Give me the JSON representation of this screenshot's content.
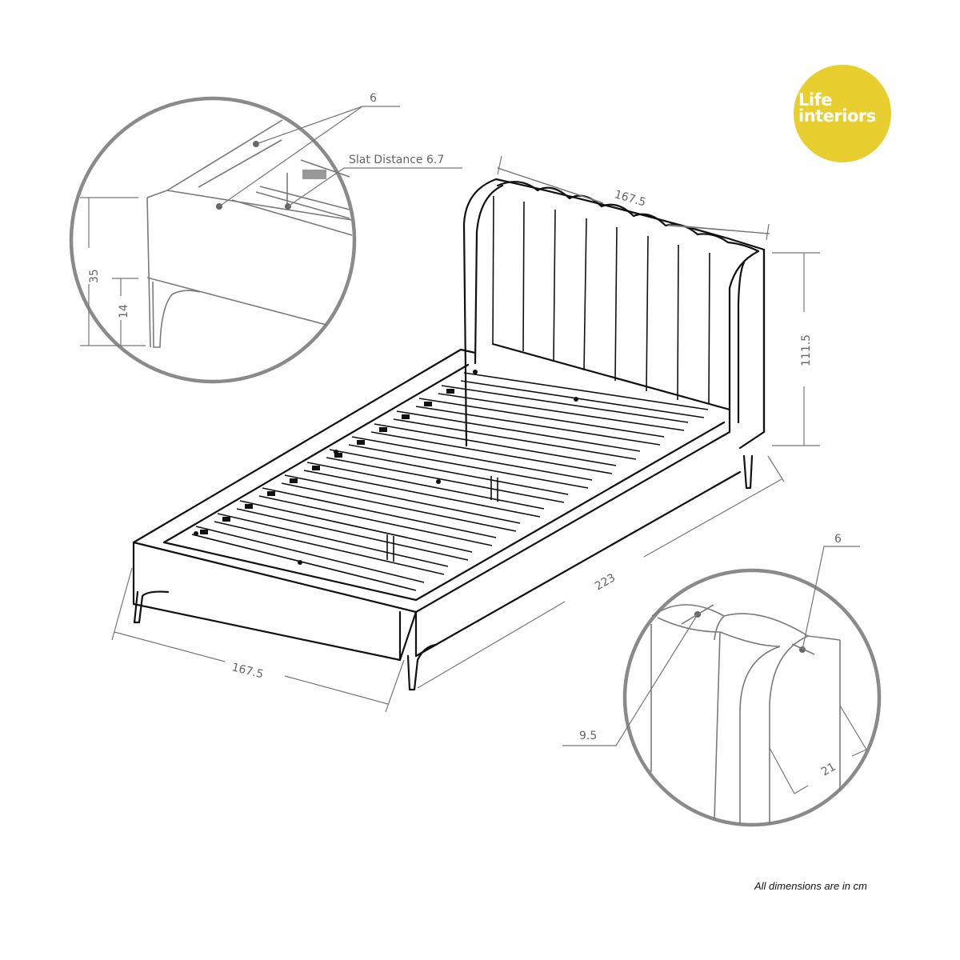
{
  "brand": {
    "logo_line1": "Life",
    "logo_line2": "interiors",
    "logo_color": "#e8cf2f"
  },
  "dimensions": {
    "headboard_width": "167.5",
    "headboard_height": "111.5",
    "bed_length": "223",
    "foot_width": "167.5"
  },
  "detail_frame": {
    "rail_thickness": "6",
    "slat_distance": "Slat Distance 6.7",
    "total_height": "35",
    "leg_height": "14"
  },
  "detail_headboard": {
    "channel_width": "9.5",
    "edge_thickness": "6",
    "wing_depth": "21"
  },
  "footnote": "All dimensions are in cm",
  "colors": {
    "line": "#111111",
    "dimension": "#777777",
    "detail_circle": "#8a8a8a"
  }
}
